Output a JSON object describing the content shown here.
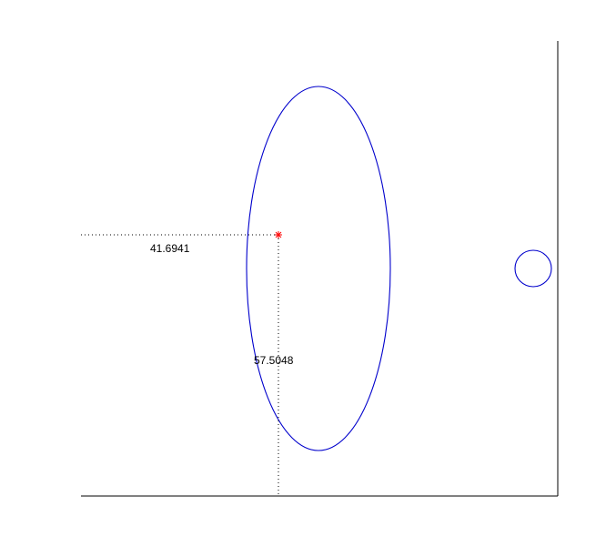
{
  "colors": {
    "background": "#ffffff",
    "axes": "#000000",
    "shape_stroke": "#0000cc",
    "marker": "#ff0000",
    "guide_line": "#000000",
    "label_text": "#000000"
  },
  "marker": {
    "symbol": "asterisk"
  },
  "annotations": {
    "horizontal_value": "41.6941",
    "vertical_value": "57.5048"
  },
  "shapes": [
    {
      "kind": "ellipse",
      "description_name": "large-ellipse"
    },
    {
      "kind": "circle",
      "description_name": "small-circle"
    }
  ]
}
